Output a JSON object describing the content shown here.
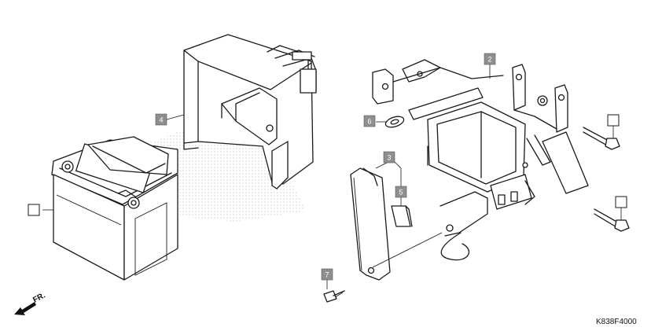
{
  "callouts": [
    {
      "id": "battery",
      "label": ""
    },
    {
      "id": "bracket",
      "label": "2"
    },
    {
      "id": "band",
      "label": "3"
    },
    {
      "id": "cover",
      "label": "4"
    },
    {
      "id": "pad",
      "label": "5"
    },
    {
      "id": "grommet",
      "label": "6"
    },
    {
      "id": "bolt",
      "label": "7"
    },
    {
      "id": "bolt-upper",
      "label": ""
    },
    {
      "id": "bolt-lower",
      "label": ""
    }
  ],
  "front_indicator": "FR.",
  "diagram_code": "K838F4000"
}
